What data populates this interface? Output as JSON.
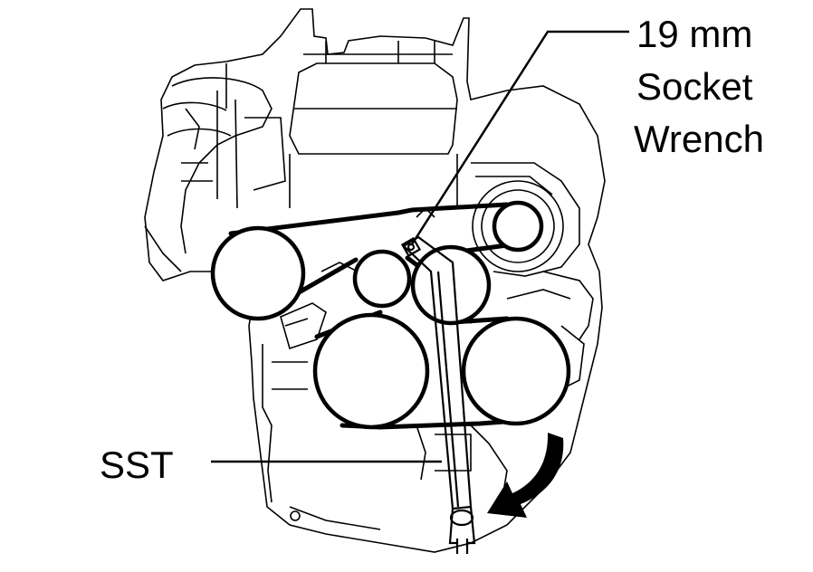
{
  "labels": {
    "socket_wrench_line1": "19 mm",
    "socket_wrench_line2": "Socket",
    "socket_wrench_line3": "Wrench",
    "sst": "SST"
  },
  "colors": {
    "ink": "#000000",
    "background": "#ffffff"
  }
}
